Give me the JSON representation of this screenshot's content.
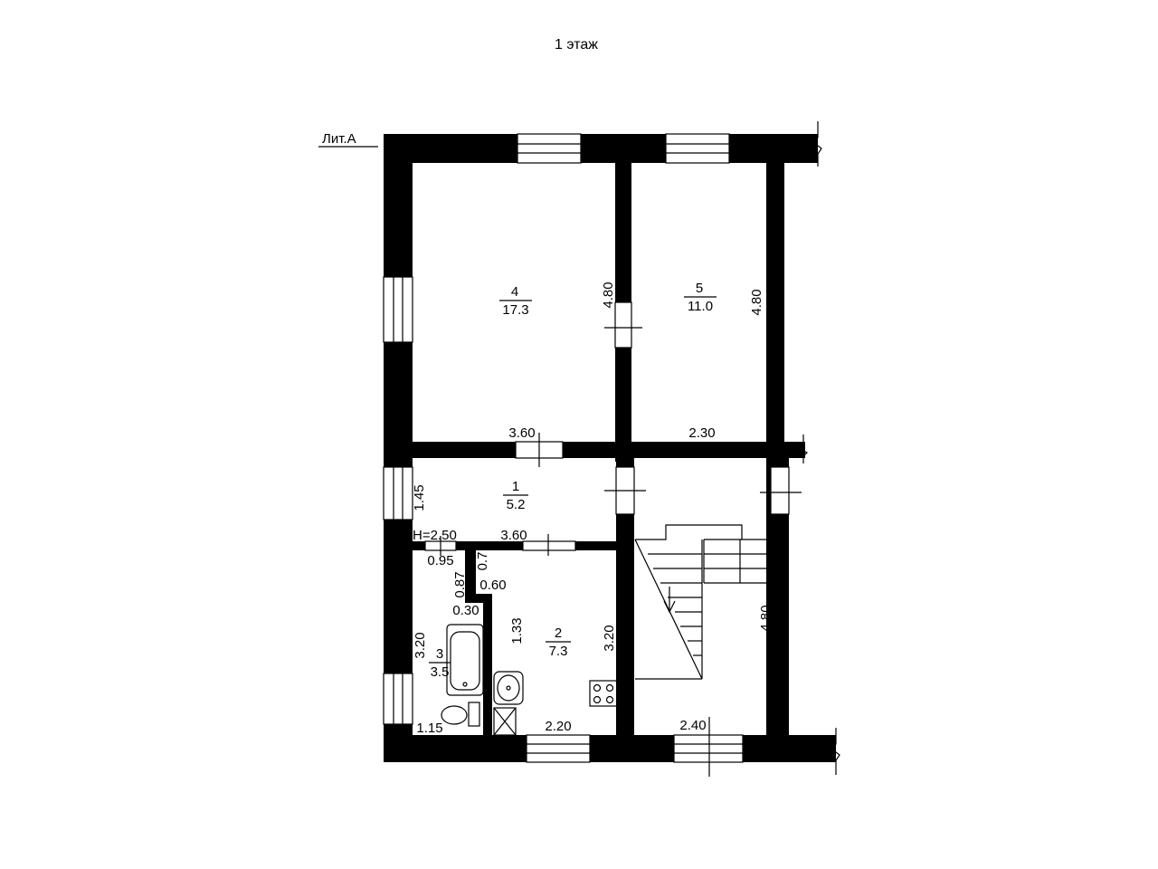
{
  "title": "1 этаж",
  "building_label": "Лит.А",
  "height_note": "H=2.50",
  "rooms": [
    {
      "number": "4",
      "area": "17.3"
    },
    {
      "number": "5",
      "area": "11.0"
    },
    {
      "number": "1",
      "area": "5.2"
    },
    {
      "number": "2",
      "area": "7.3"
    },
    {
      "number": "3",
      "area": "3.5"
    }
  ],
  "dimensions": {
    "room4_height": "4.80",
    "room4_width": "3.60",
    "room5_height": "4.80",
    "room5_width": "2.30",
    "hall_height": "1.45",
    "hall_width": "3.60",
    "bath_top": "0.95",
    "bath_height": "3.20",
    "bath_width": "1.15",
    "step_087": "0.87",
    "step_07": "0.7",
    "step_060": "0.60",
    "step_030": "0.30",
    "kitchen_133": "1.33",
    "kitchen_height": "3.20",
    "kitchen_width": "2.20",
    "stair_height": "4.80",
    "stair_width": "2.40"
  }
}
